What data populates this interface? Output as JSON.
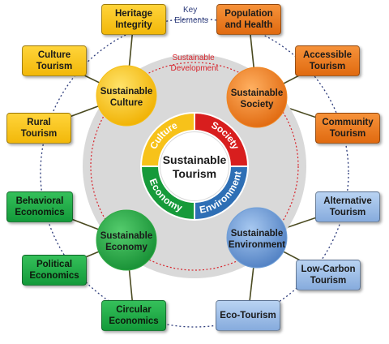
{
  "key_elements_label": "Key\nElements",
  "development_label": "Sustainable\nDevelopment",
  "center_label": "Sustainable\nTourism",
  "ring_segments": [
    {
      "label": "Culture",
      "color": "#f7c21a"
    },
    {
      "label": "Society",
      "color": "#d81e1e"
    },
    {
      "label": "Environment",
      "color": "#2e6fb5"
    },
    {
      "label": "Economy",
      "color": "#169a3a"
    }
  ],
  "pillars": [
    {
      "id": "culture",
      "label": "Sustainable\nCulture",
      "color": "#f5bf16"
    },
    {
      "id": "society",
      "label": "Sustainable\nSociety",
      "color": "#ef8622"
    },
    {
      "id": "economy",
      "label": "Sustainable\nEconomy",
      "color": "#2faa45"
    },
    {
      "id": "environment",
      "label": "Sustainable\nEnvironment",
      "color": "#6f9fd8"
    }
  ],
  "elements": {
    "culture": [
      "Heritage\nIntegrity",
      "Culture\nTourism",
      "Rural\nTourism"
    ],
    "society": [
      "Population\nand Health",
      "Accessible\nTourism",
      "Community\nTourism"
    ],
    "economy": [
      "Behavioral\nEconomics",
      "Political\nEconomics",
      "Circular\nEconomics"
    ],
    "environment": [
      "Alternative\nTourism",
      "Low-Carbon\nTourism",
      "Eco-Tourism"
    ]
  },
  "colors": {
    "outer_dotted": "#2b3a7a",
    "inner_dotted": "#d8242c",
    "grey_disc": "#d9d9d9",
    "connector": "#4a4a20"
  }
}
